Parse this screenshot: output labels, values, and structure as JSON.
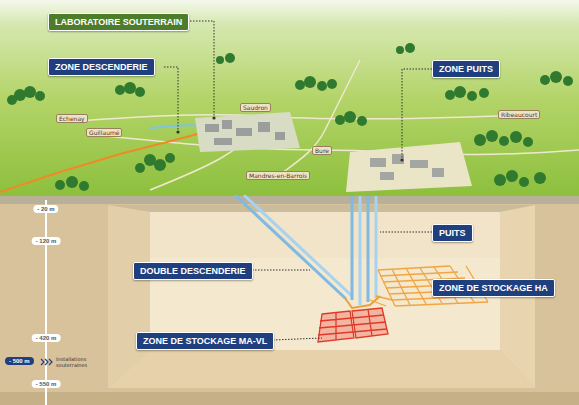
{
  "diagram": {
    "nodes": [
      {
        "text": [
          "LABORATOIRE SOUTERRAIN"
        ]
      },
      {
        "text": [
          "ZONE DESCENDERIE"
        ]
      },
      {
        "text": [
          "ZONE PUITS"
        ]
      },
      {
        "text": [
          "Echenay"
        ]
      },
      {
        "text": [
          "Guillaumé"
        ]
      },
      {
        "text": [
          "Saudron"
        ]
      },
      {
        "text": [
          "Bure"
        ]
      },
      {
        "text": [
          "Ribeaucourt"
        ]
      },
      {
        "text": [
          "Mandres-en-Barrois"
        ]
      },
      {
        "text": [
          "- 20 m"
        ]
      },
      {
        "text": [
          "- 120 m"
        ]
      },
      {
        "text": [
          "PUITS"
        ]
      },
      {
        "text": [
          "DOUBLE DESCENDERIE"
        ]
      },
      {
        "text": [
          "ZONE DE STOCKAGE HA"
        ]
      },
      {
        "text": [
          "- 420 m"
        ]
      },
      {
        "text": [
          "ZONE DE STOCKAGE MA-VL"
        ]
      },
      {
        "text": [
          "- 500 m"
        ]
      },
      {
        "text": [
          "- 550 m"
        ]
      }
    ],
    "labels": [
      "Installations souterraines"
    ]
  }
}
